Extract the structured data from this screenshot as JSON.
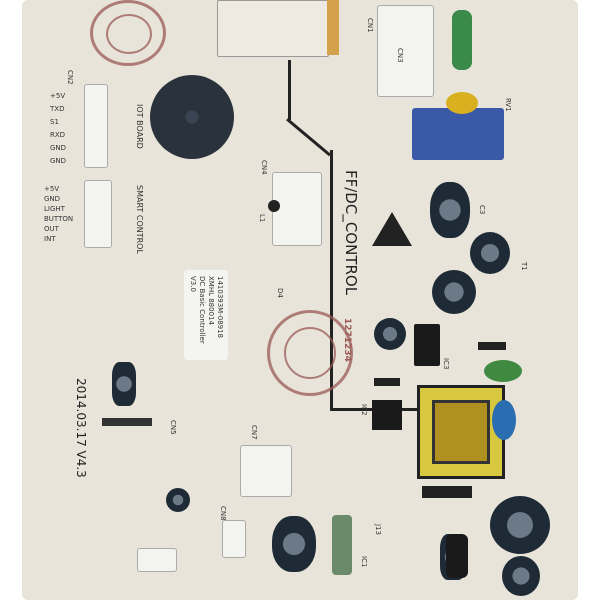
{
  "board_title": "FF/DC_CONTROL",
  "date_version": "2014.03.17 V4.3",
  "label": {
    "line1": "1410393M-08918",
    "line2": "XMHL 880014",
    "line3": "DC Basic Controller",
    "line4": "V3.0"
  },
  "iot_connector": {
    "name": "IOT BOARD",
    "pins": [
      "+5V",
      "TXD",
      "S1",
      "RXD",
      "GND",
      "GND"
    ]
  },
  "smart_connector": {
    "name": "SMART CONTROL",
    "pins": [
      "+5V",
      "GND",
      "LIGHT",
      "BUTTON",
      "OUT",
      "INT"
    ]
  },
  "stamp_text": "1271234",
  "connectors": [
    "CN1",
    "CN2",
    "CN3",
    "CN4",
    "CN5",
    "CN7",
    "CN8"
  ],
  "component_labels": [
    "D4",
    "C3",
    "T1",
    "IC1",
    "IC2",
    "IC3",
    "J13",
    "L1",
    "RV1"
  ]
}
